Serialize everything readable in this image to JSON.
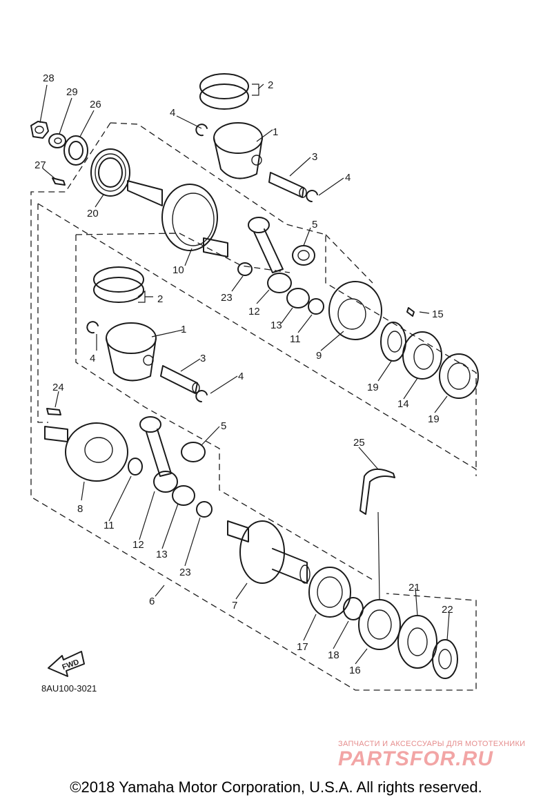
{
  "diagram": {
    "labels": [
      "28",
      "29",
      "26",
      "27",
      "20",
      "2",
      "4",
      "1",
      "3",
      "4",
      "10",
      "5",
      "23",
      "12",
      "13",
      "11",
      "9",
      "15",
      "19",
      "14",
      "19",
      "2",
      "4",
      "1",
      "3",
      "4",
      "24",
      "8",
      "5",
      "11",
      "12",
      "13",
      "23",
      "25",
      "6",
      "7",
      "17",
      "18",
      "16",
      "21",
      "22"
    ]
  },
  "fwd_arrow": {
    "text": "FWD"
  },
  "diagram_code": "8AU100-3021",
  "watermark": {
    "tagline": "ЗАПЧАСТИ И АКСЕССУАРЫ ДЛЯ МОТОТЕХНИКИ",
    "logo": "PARTSFOR.RU"
  },
  "footer": {
    "copyright": "©2018 Yamaha Motor Corporation, U.S.A. All rights reserved."
  }
}
